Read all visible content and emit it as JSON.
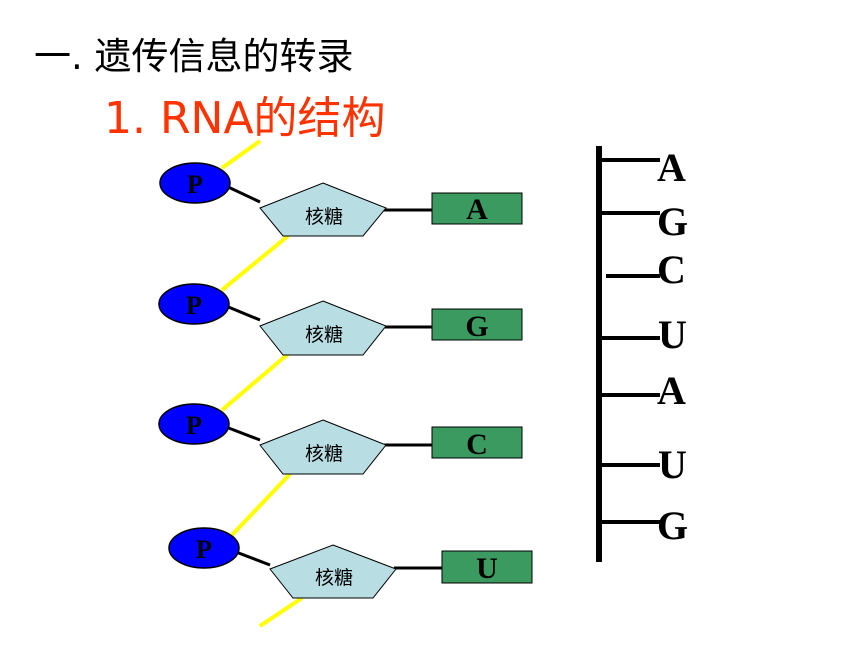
{
  "title": "一. 遗传信息的转录",
  "subtitle": "1. RNA的结构",
  "colors": {
    "phosphate": "#0000ff",
    "sugar": "#b8dde3",
    "base": "#3a9a60",
    "backbone_link": "#ffff00",
    "subtitle": "#ff3300"
  },
  "nucleotides": [
    {
      "phosphate": "P",
      "sugar": "核糖",
      "base": "A"
    },
    {
      "phosphate": "P",
      "sugar": "核糖",
      "base": "G"
    },
    {
      "phosphate": "P",
      "sugar": "核糖",
      "base": "C"
    },
    {
      "phosphate": "P",
      "sugar": "核糖",
      "base": "U"
    }
  ],
  "strand_bases": [
    "A",
    "G",
    "C",
    "U",
    "A",
    "U",
    "G"
  ]
}
